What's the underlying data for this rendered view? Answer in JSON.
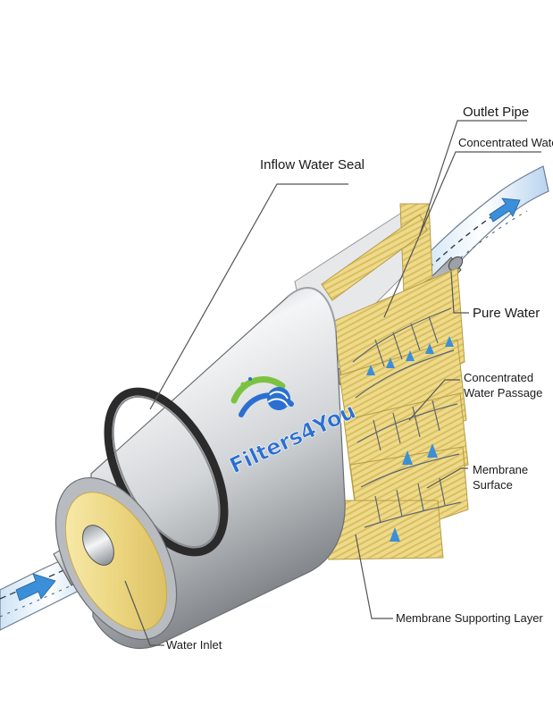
{
  "labels": {
    "outlet_pipe": "Outlet Pipe",
    "concentrated_water": "Concentrated Water",
    "inflow_water_seal": "Inflow Water Seal",
    "pure_water": "Pure Water",
    "concentrated_water_passage_1": "Concentrated",
    "concentrated_water_passage_2": "Water Passage",
    "membrane_surface_1": "Membrane",
    "membrane_surface_2": "Surface",
    "membrane_supporting_layer": "Membrane Supporting Layer",
    "water_inlet": "Water Inlet"
  },
  "logo": {
    "text": "Filters4You"
  },
  "colors": {
    "housing": "#c9ccd0",
    "membrane": "#f0dc8c",
    "seal": "#333333",
    "water_arrow": "#3b8fd9",
    "leader_line": "#555555",
    "logo_blue": "#2a6fd1",
    "logo_green": "#7cc242"
  },
  "icons": [
    "water-flow-arrow-icon",
    "filters4you-logo-icon"
  ]
}
